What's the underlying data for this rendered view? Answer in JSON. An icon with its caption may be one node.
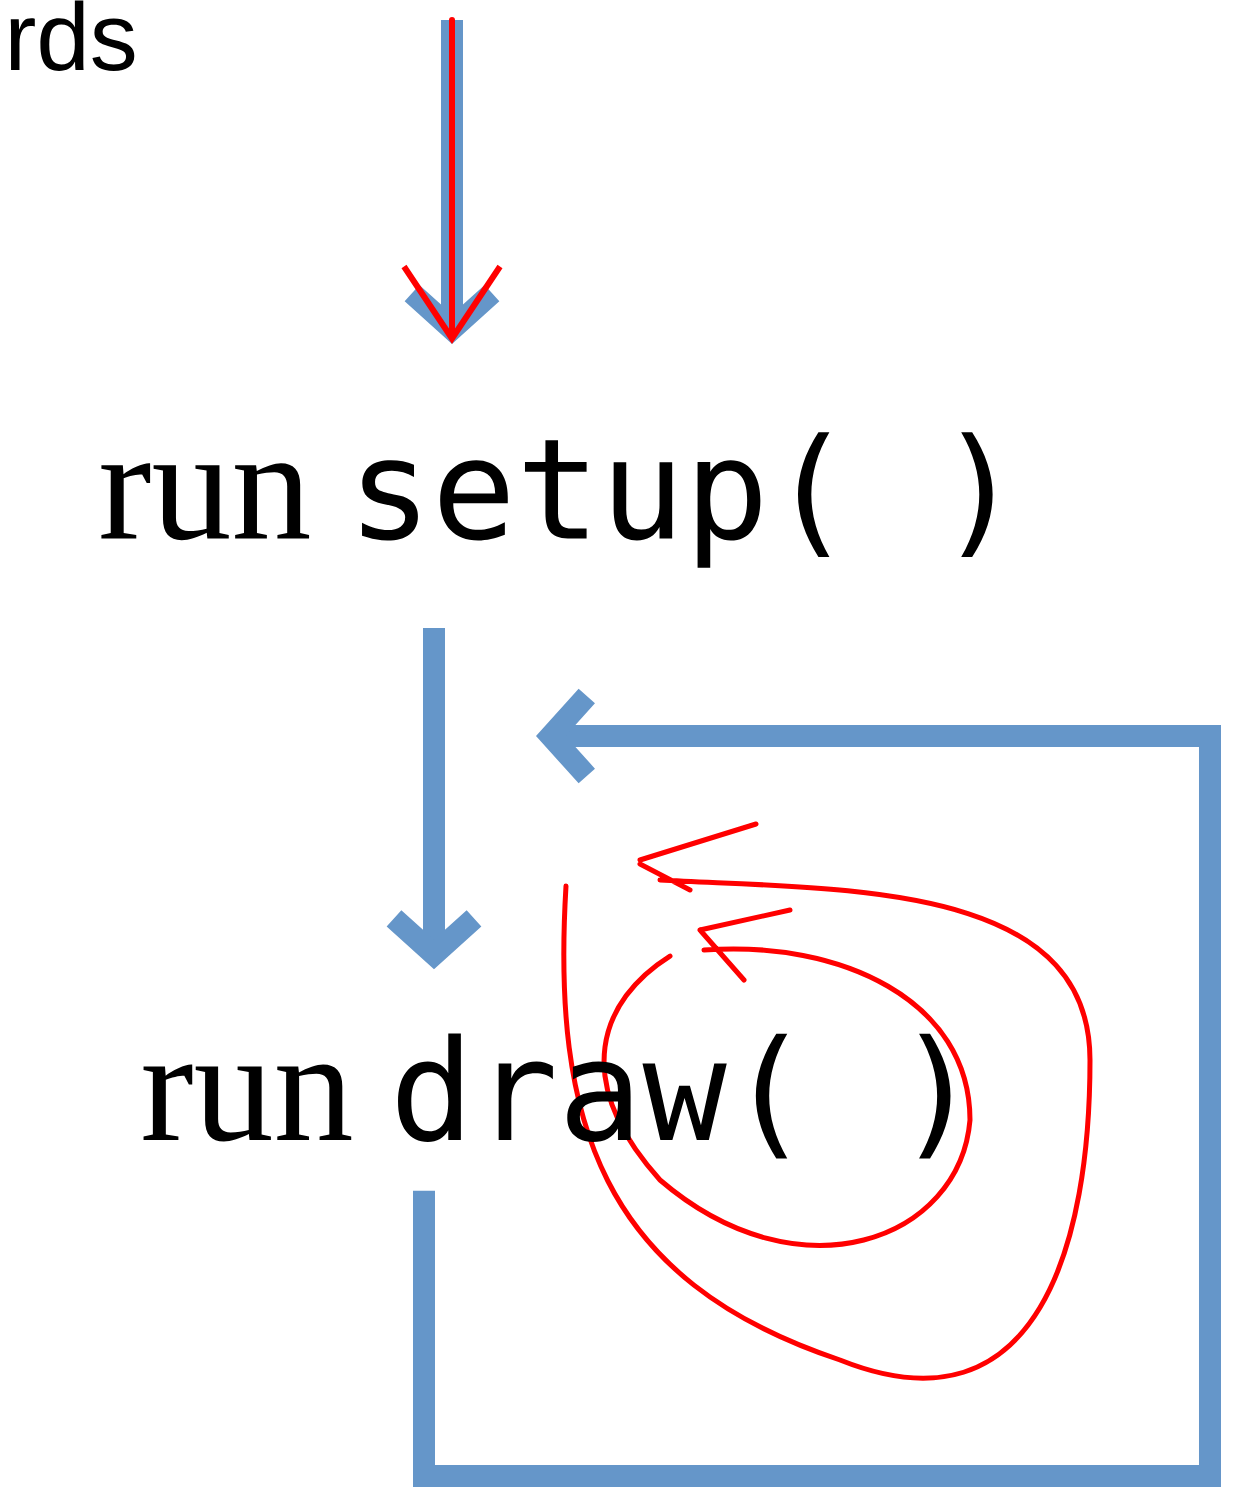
{
  "diagram": {
    "nodes": [
      {
        "text": [
          "run",
          "setup( )"
        ]
      },
      {
        "text": [
          "run",
          "draw( )"
        ]
      }
    ],
    "edges": [
      {
        "from": null,
        "to": 0,
        "arrow": "to"
      },
      {
        "from": null,
        "to": 0,
        "arrow": "to",
        "color": "#ff0000"
      },
      {
        "from": 0,
        "to": 1,
        "arrow": "to"
      },
      {
        "from": 1,
        "to": null,
        "arrow": "to"
      }
    ],
    "labels": [
      "rds"
    ]
  }
}
